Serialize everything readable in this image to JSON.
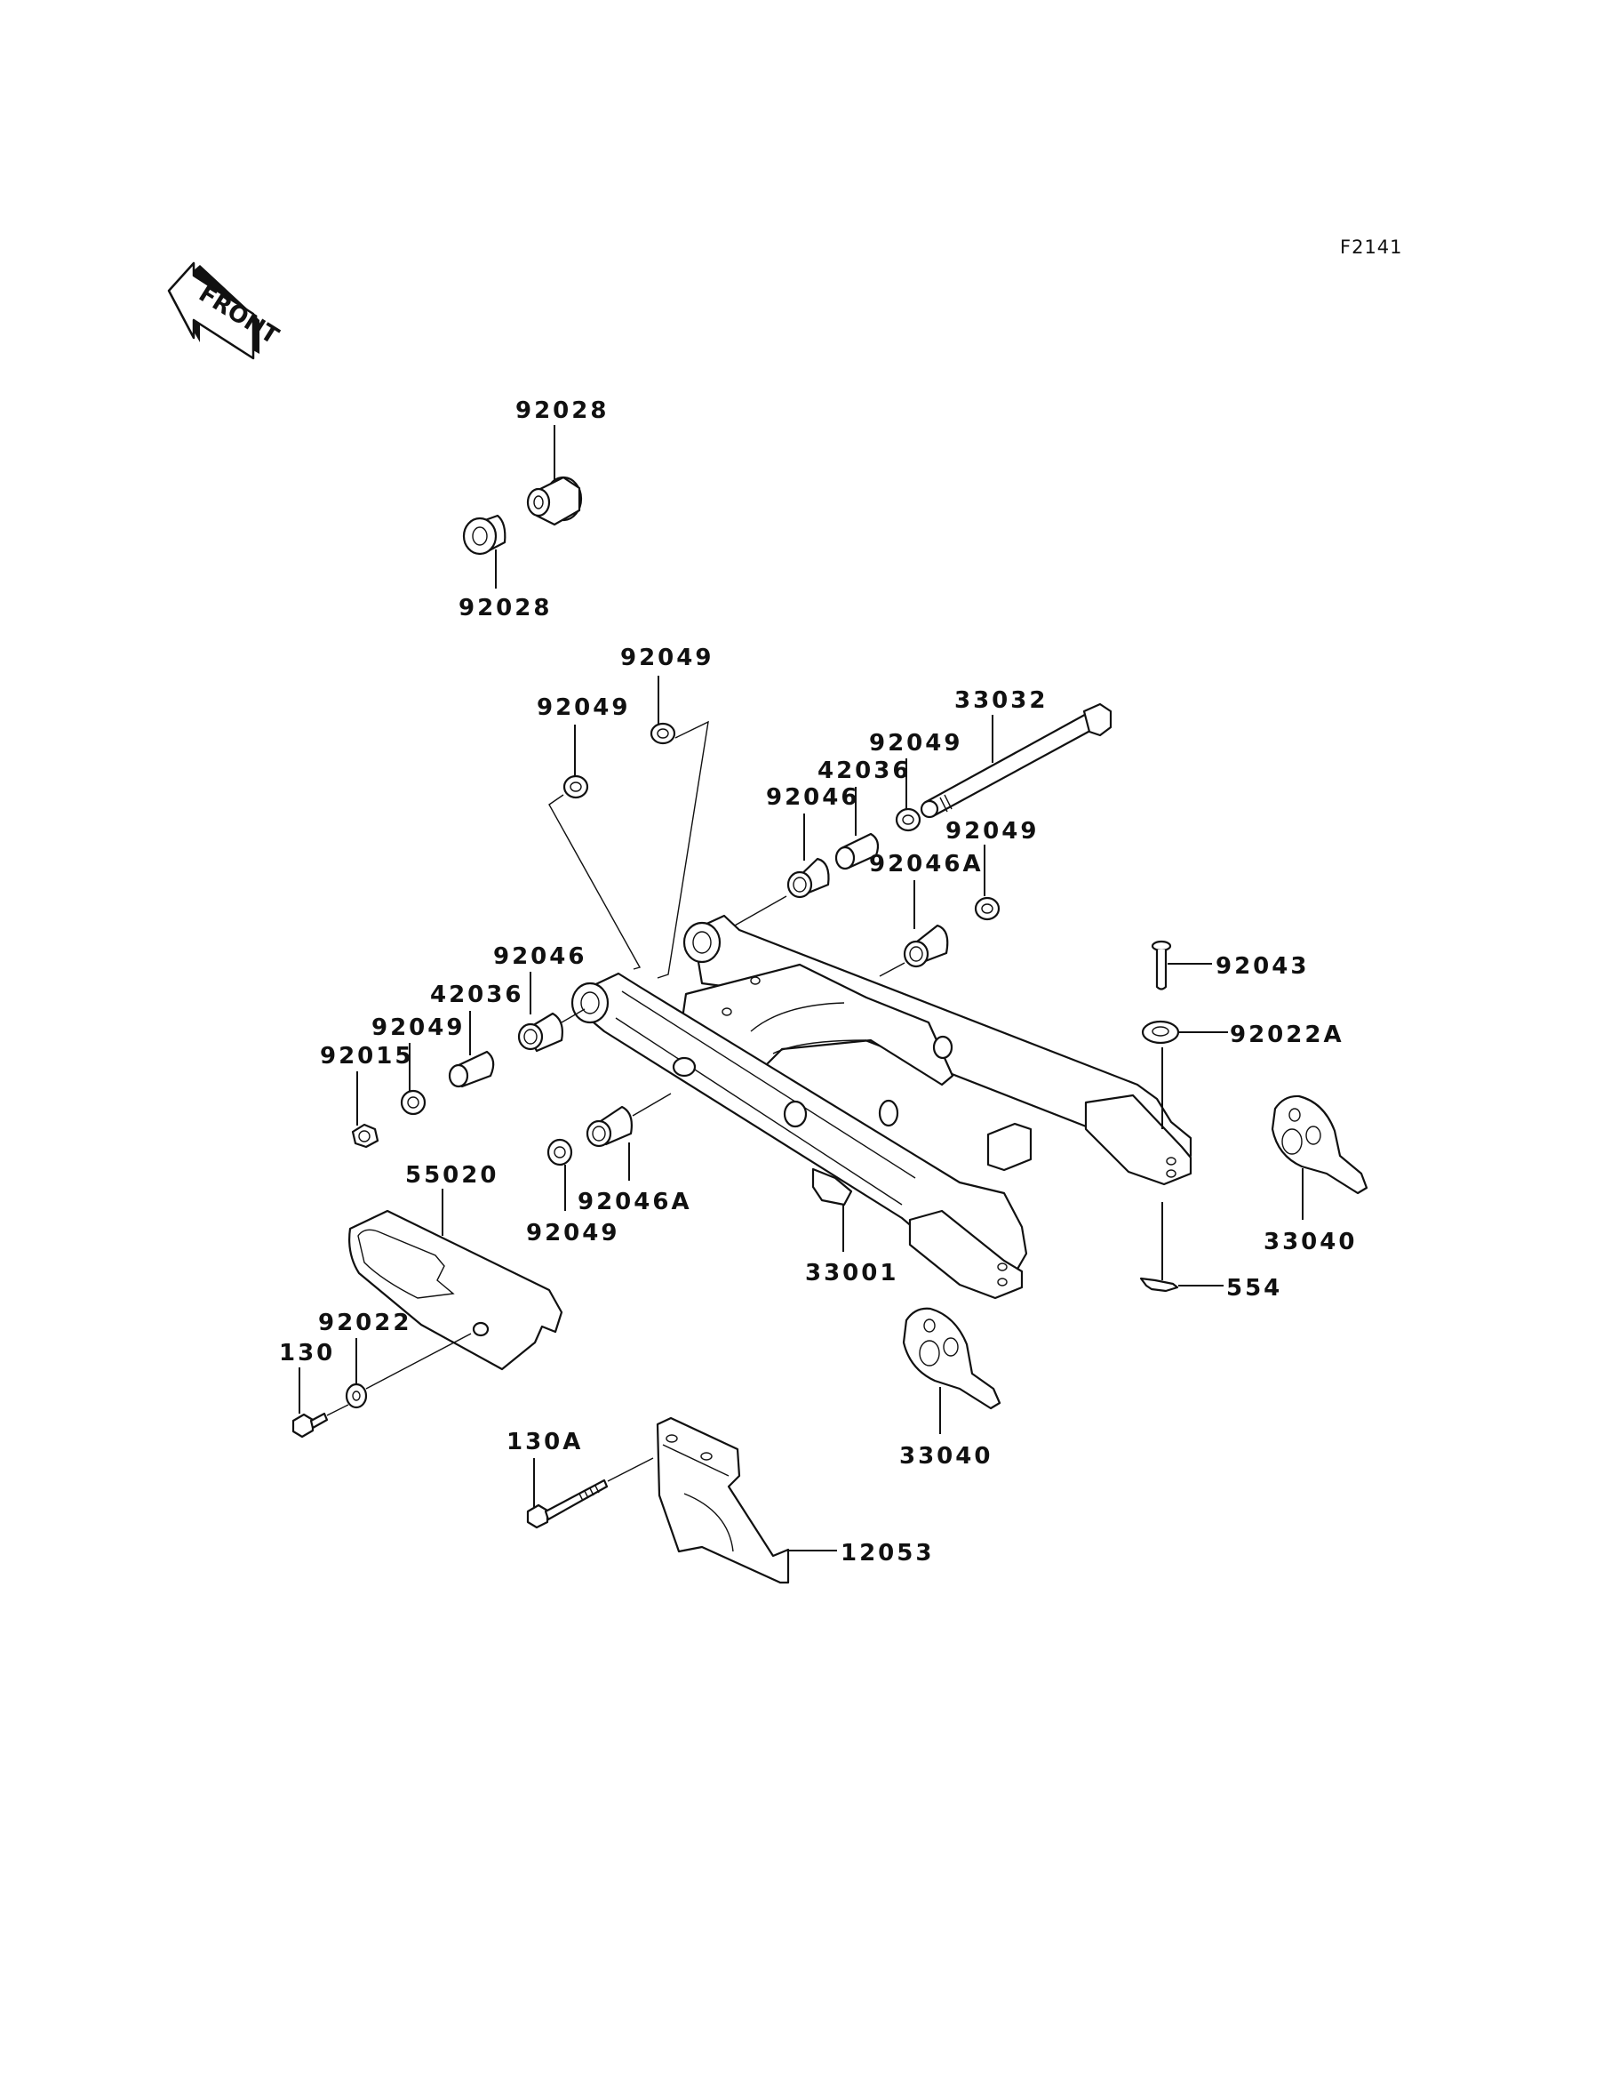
{
  "diagram": {
    "code": "F2141",
    "front_label": "FRONT",
    "colors": {
      "ink": "#111111",
      "background": "#ffffff"
    },
    "callouts": {
      "bushing_top": "92028",
      "bushing_bottom": "92028",
      "seal_upper_mid": "92049",
      "seal_upper_left": "92049",
      "pivot_shaft": "33032",
      "seal_right_top": "92049",
      "collar_right": "42036",
      "bearing_right": "92046",
      "seal_right_lower": "92049",
      "bearing_right_lower": "92046A",
      "bearing_left": "92046",
      "collar_left": "42036",
      "seal_left": "92049",
      "nut_left": "92015",
      "bearing_left_lower": "92046A",
      "seal_left_lower": "92049",
      "swing_arm": "33001",
      "pin": "92043",
      "washer_right": "92022A",
      "adjuster_right": "33040",
      "cotter_pin": "554",
      "chain_slipper": "55020",
      "washer_left": "92022",
      "bolt_left": "130",
      "adjuster_left": "33040",
      "bolt_guard": "130A",
      "chain_guard": "12053"
    }
  }
}
